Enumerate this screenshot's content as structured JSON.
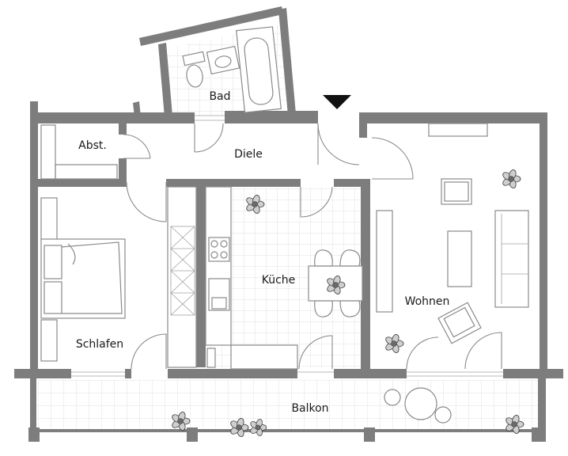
{
  "rooms": {
    "bad": "Bad",
    "abst": "Abst.",
    "diele": "Diele",
    "kueche": "Küche",
    "wohnen": "Wohnen",
    "schlafen": "Schlafen",
    "balkon": "Balkon"
  }
}
